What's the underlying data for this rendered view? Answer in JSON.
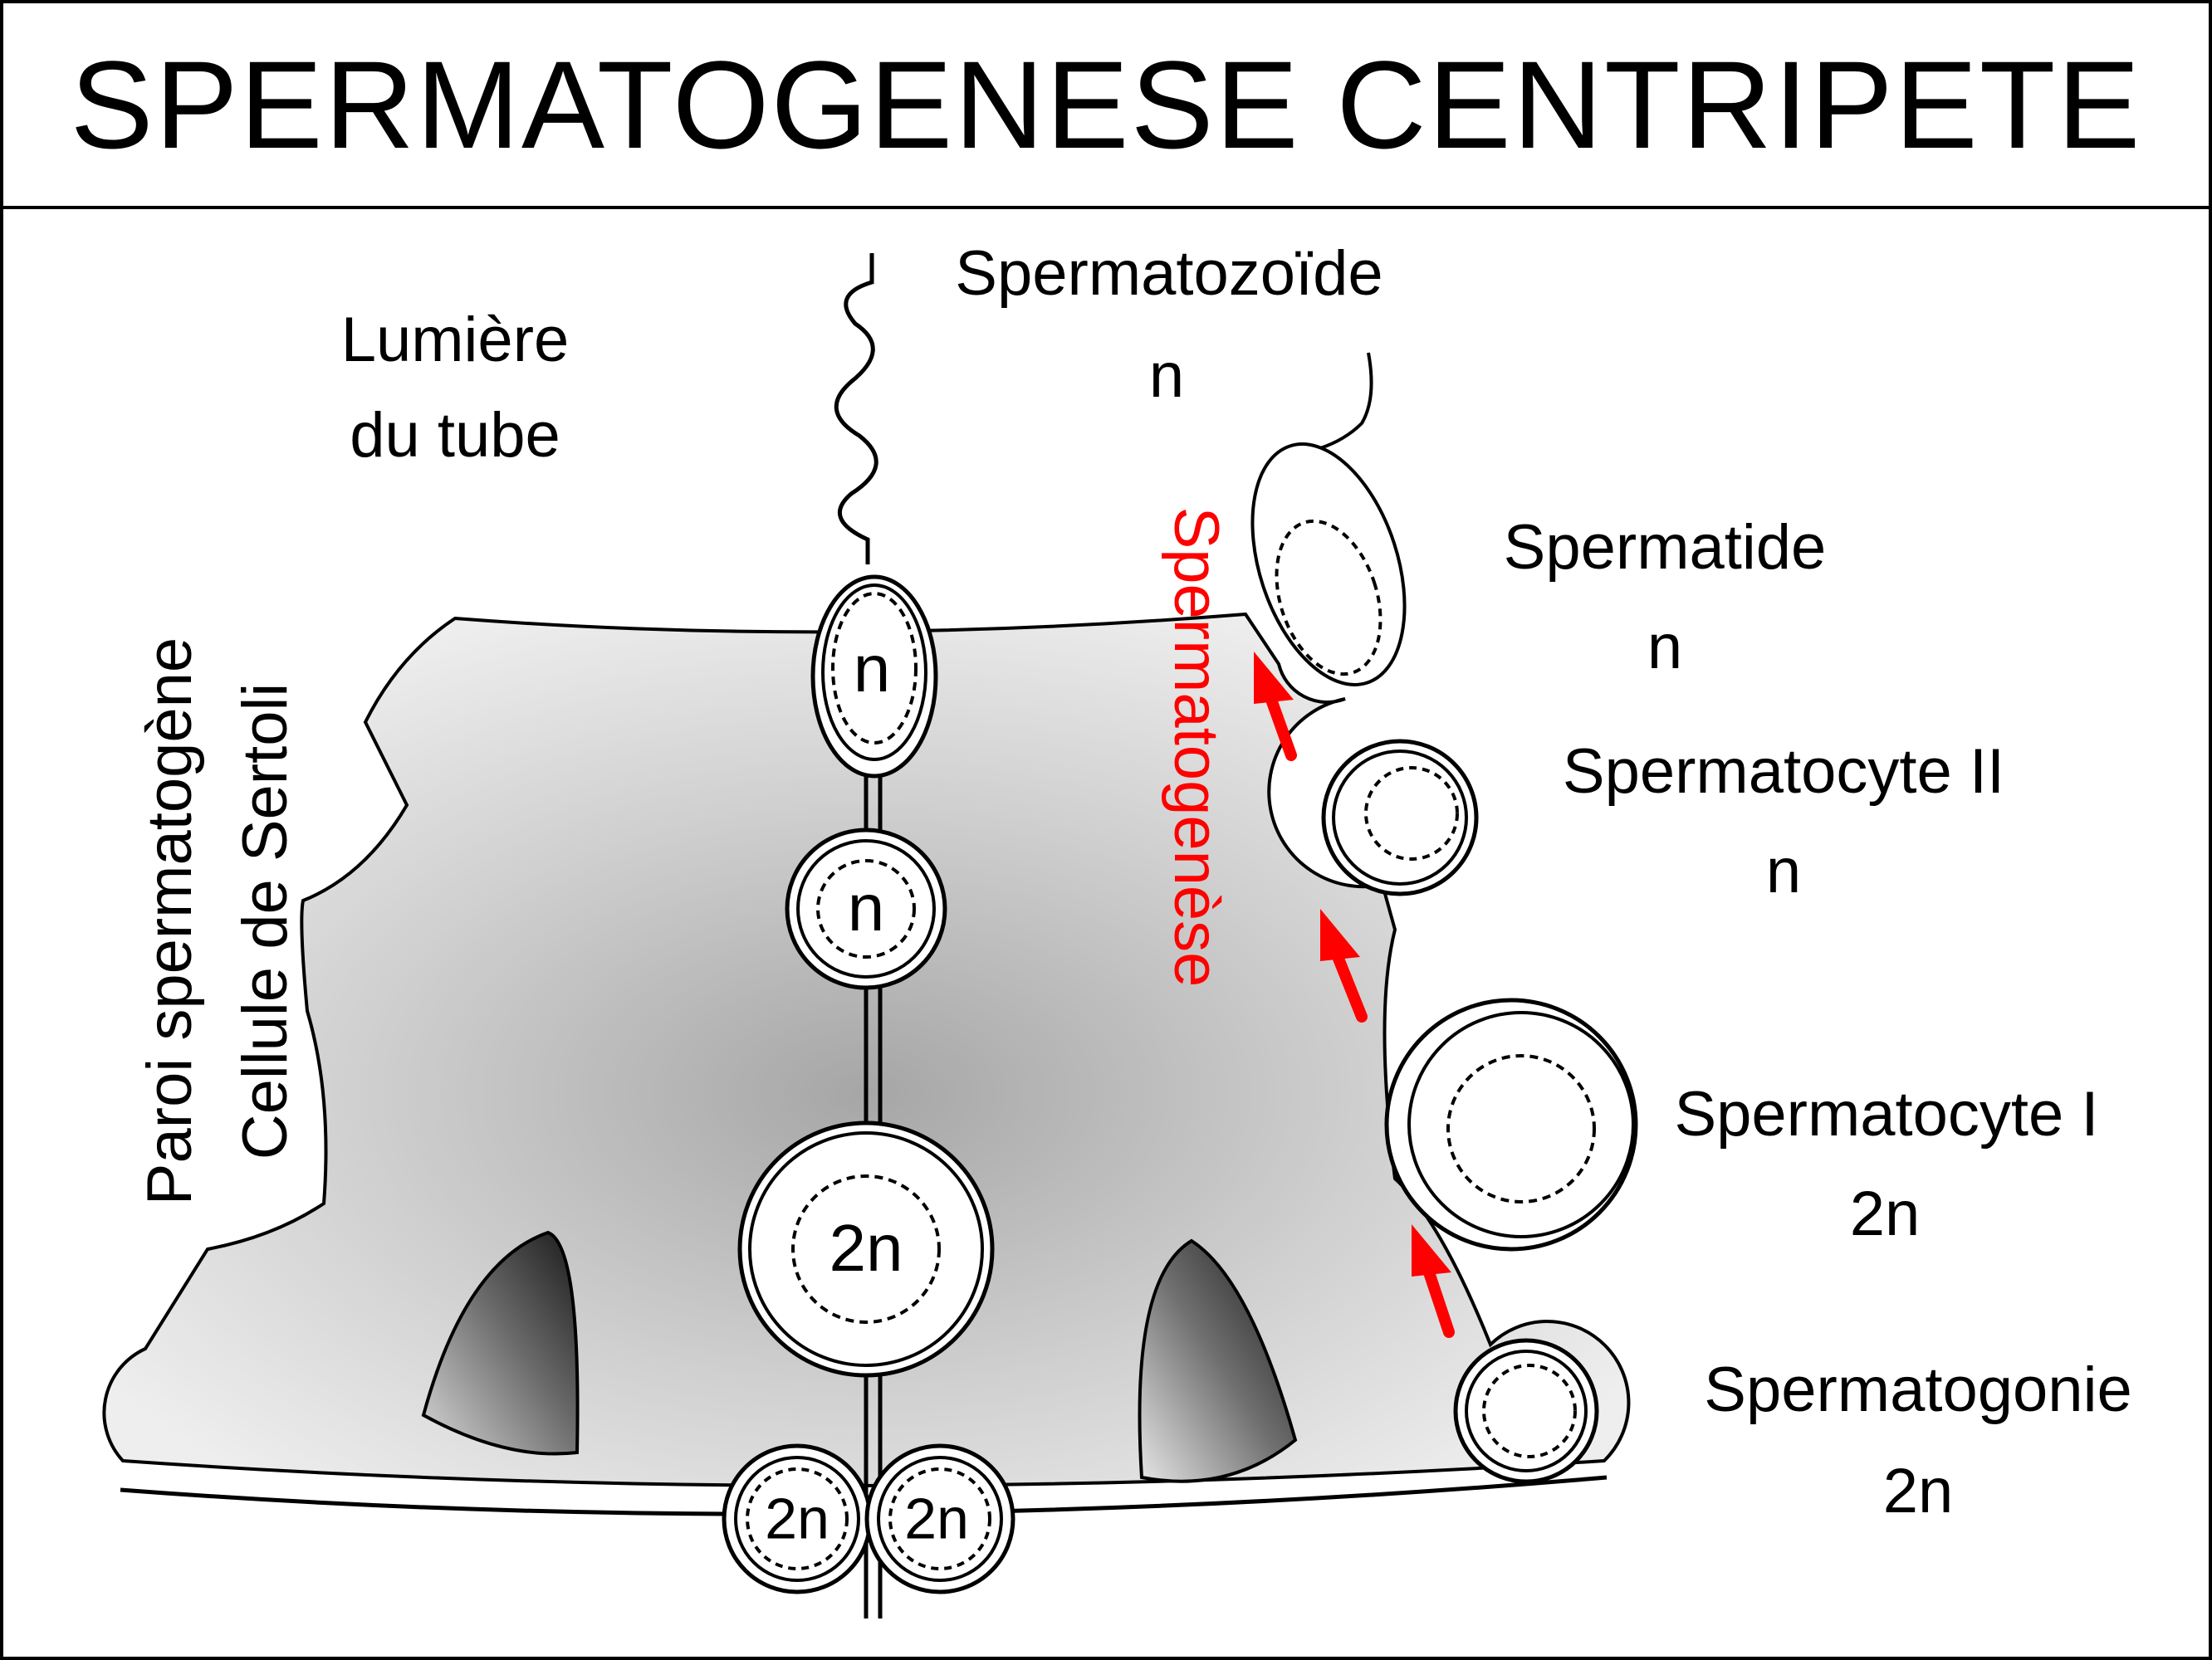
{
  "title": "SPERMATOGENESE CENTRIPETE",
  "colors": {
    "ink": "#000000",
    "background": "#ffffff",
    "sertoli_fill_light": "#eeeeee",
    "sertoli_fill_dark": "#a6a6a6",
    "nucleus_dark": "#1a1a1a",
    "arrow": "#ff0000"
  },
  "labels": {
    "lumen_line1": "Lumière",
    "lumen_line2": "du tube",
    "wall_line1": "Paroi spermatogène",
    "wall_line2": "Cellule de Sertoli",
    "process": "Spermatogenèse"
  },
  "stages": [
    {
      "name": "Spermatozoïde",
      "ploidy": "n"
    },
    {
      "name": "Spermatide",
      "ploidy": "n"
    },
    {
      "name": "Spermatocyte II",
      "ploidy": "n"
    },
    {
      "name": "Spermatocyte I",
      "ploidy": "2n"
    },
    {
      "name": "Spermatogonie",
      "ploidy": "2n"
    }
  ],
  "cell_labels": {
    "spermatid": "n",
    "spermatocyte_2": "n",
    "spermatocyte_1": "2n",
    "spermatogonia_left": "2n",
    "spermatogonia_right": "2n"
  }
}
